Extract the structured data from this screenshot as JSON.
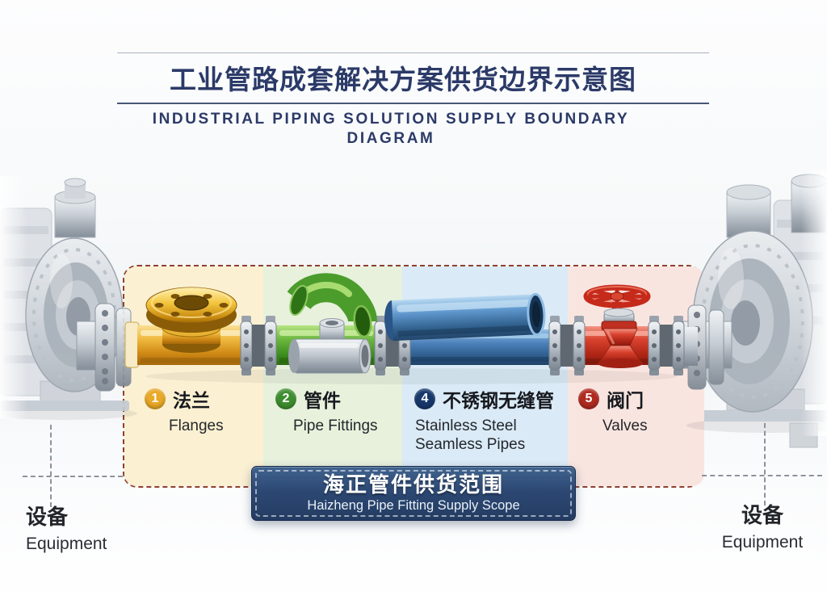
{
  "header": {
    "title_zh": "工业管路成套解决方案供货边界示意图",
    "title_en": "INDUSTRIAL PIPING SOLUTION SUPPLY BOUNDARY DIAGRAM"
  },
  "sections": [
    {
      "num": "1",
      "name_zh": "法兰",
      "name_en": "Flanges",
      "badge_color": "#E9A825",
      "panel_color": "#FBF0D2",
      "pipe_color": "#ECAF3F"
    },
    {
      "num": "2",
      "name_zh": "管件",
      "name_en": "Pipe Fittings",
      "badge_color": "#3E8E2F",
      "panel_color": "#E7F1DC",
      "pipe_color": "#56A52E"
    },
    {
      "num": "4",
      "name_zh": "不锈钢无缝管",
      "name_en": "Stainless Steel Seamless Pipes",
      "badge_color": "#17386B",
      "panel_color": "#DAEAF6",
      "pipe_color": "#3F79B4"
    },
    {
      "num": "5",
      "name_zh": "阀门",
      "name_en": "Valves",
      "badge_color": "#B02A20",
      "panel_color": "#F9E5E0",
      "pipe_color": "#CC3322"
    }
  ],
  "banner": {
    "zh": "海正管件供货范围",
    "en": "Haizheng Pipe Fitting Supply Scope",
    "bg_color": "#2C4873"
  },
  "equipment": {
    "left": {
      "zh": "设备",
      "en": "Equipment"
    },
    "right": {
      "zh": "设备",
      "en": "Equipment"
    }
  },
  "colors": {
    "title_text": "#2B3A68",
    "scope_border": "#91402F",
    "banner_border_dash": "#FFFFFF",
    "dimension_line": "#8D939B"
  }
}
